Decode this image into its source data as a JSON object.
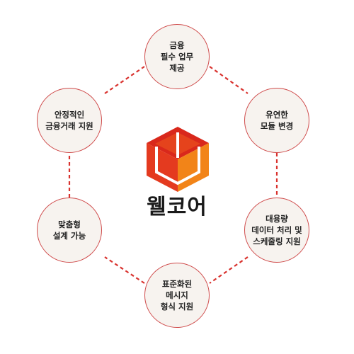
{
  "diagram": {
    "brand": {
      "name": "웰코어",
      "colors": {
        "red": "#e02a1c",
        "orange": "#f07a13",
        "dark_red": "#c71e16",
        "light_orange": "#f5921e"
      }
    },
    "nodes": [
      {
        "id": "top",
        "label": "금융\n필수 업무\n제공"
      },
      {
        "id": "upper-right",
        "label": "유연한\n모듈 변경"
      },
      {
        "id": "lower-right",
        "label": "대용량\n데이터 처리 및\n스케줄링 지원"
      },
      {
        "id": "bottom",
        "label": "표준화된\n메시지\n형식 지원"
      },
      {
        "id": "lower-left",
        "label": "맞춤형\n설계 가능"
      },
      {
        "id": "upper-left",
        "label": "안정적인\n금융거래 지원"
      }
    ],
    "style": {
      "node_fill": "#f7f3ef",
      "node_border": "#cf4a4a",
      "connector_color": "#d9322e"
    }
  }
}
